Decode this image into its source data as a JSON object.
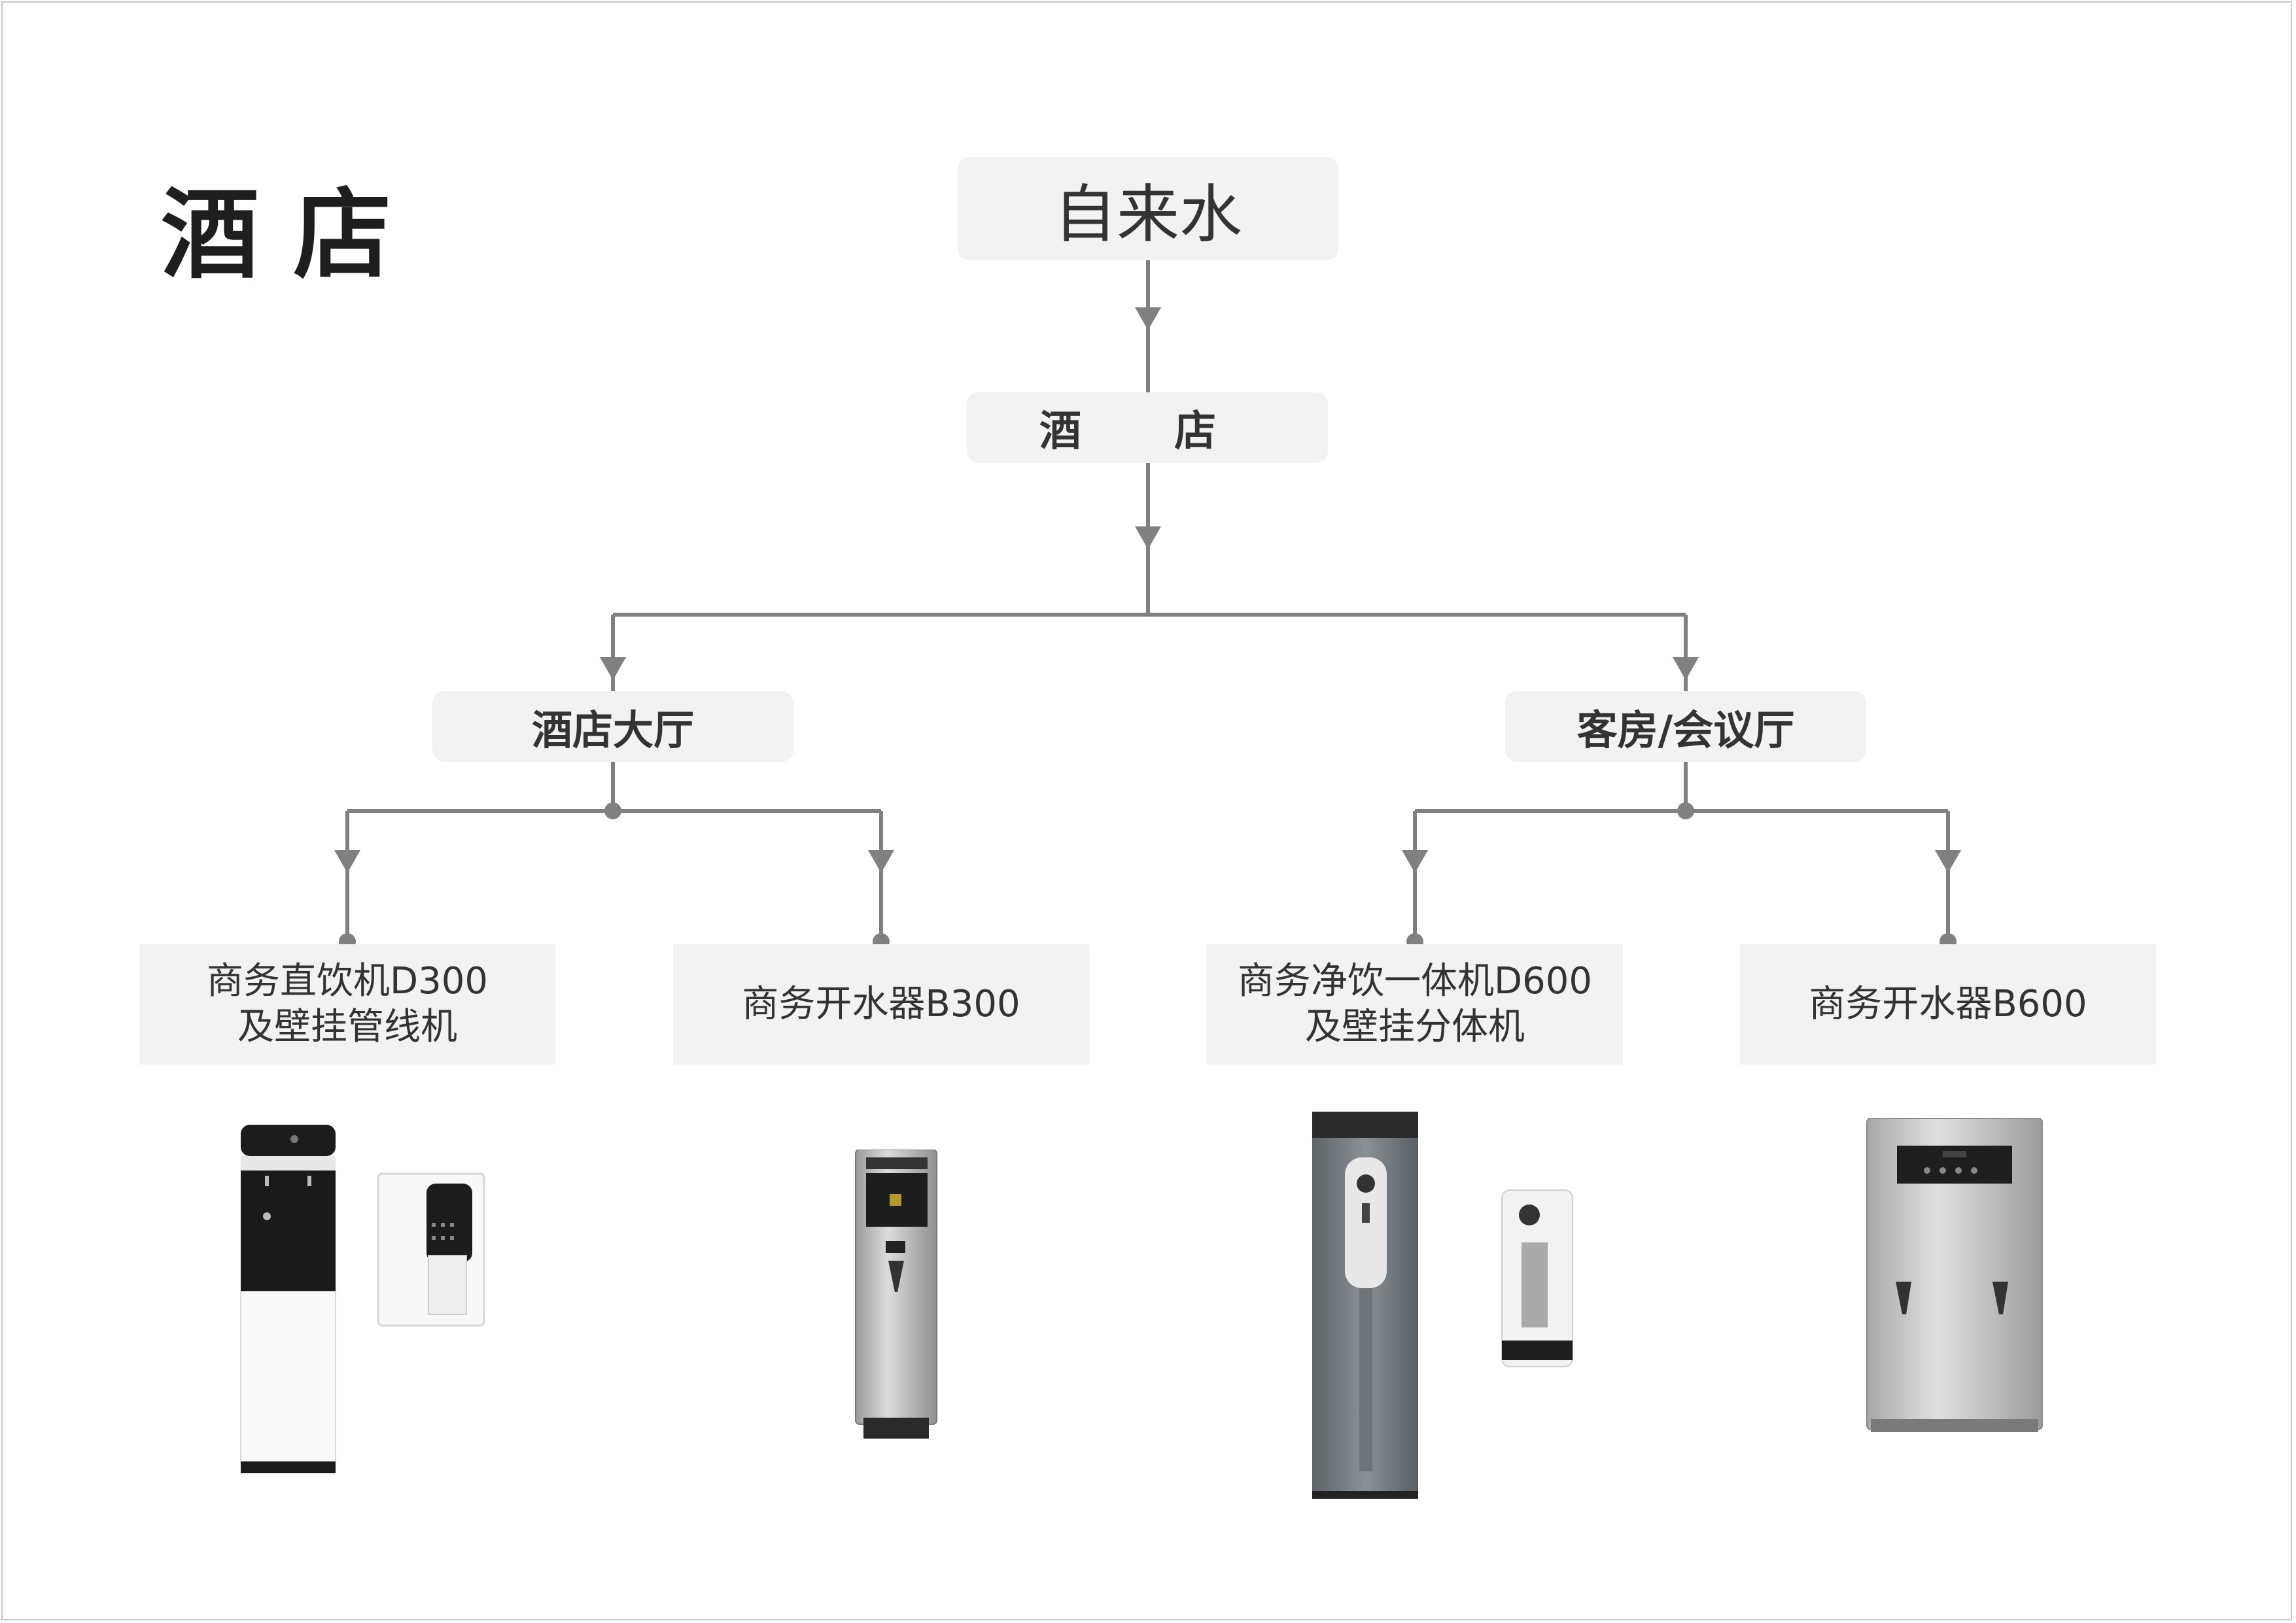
{
  "page_title": "酒 店",
  "nodes": {
    "source": "自来水",
    "hotel": "酒 店",
    "lobby": "酒店大厅",
    "rooms": "客房/会议厅"
  },
  "products": [
    {
      "line1": "商务直饮机D300",
      "line2": "及壁挂管线机"
    },
    {
      "line1": "商务开水器B300",
      "line2": ""
    },
    {
      "line1": "商务净饮一体机D600",
      "line2": "及壁挂分体机"
    },
    {
      "line1": "商务开水器B600",
      "line2": ""
    }
  ],
  "colors": {
    "box": "#f2f2f2",
    "connector": "#808080",
    "title": "#1e1e1e"
  }
}
